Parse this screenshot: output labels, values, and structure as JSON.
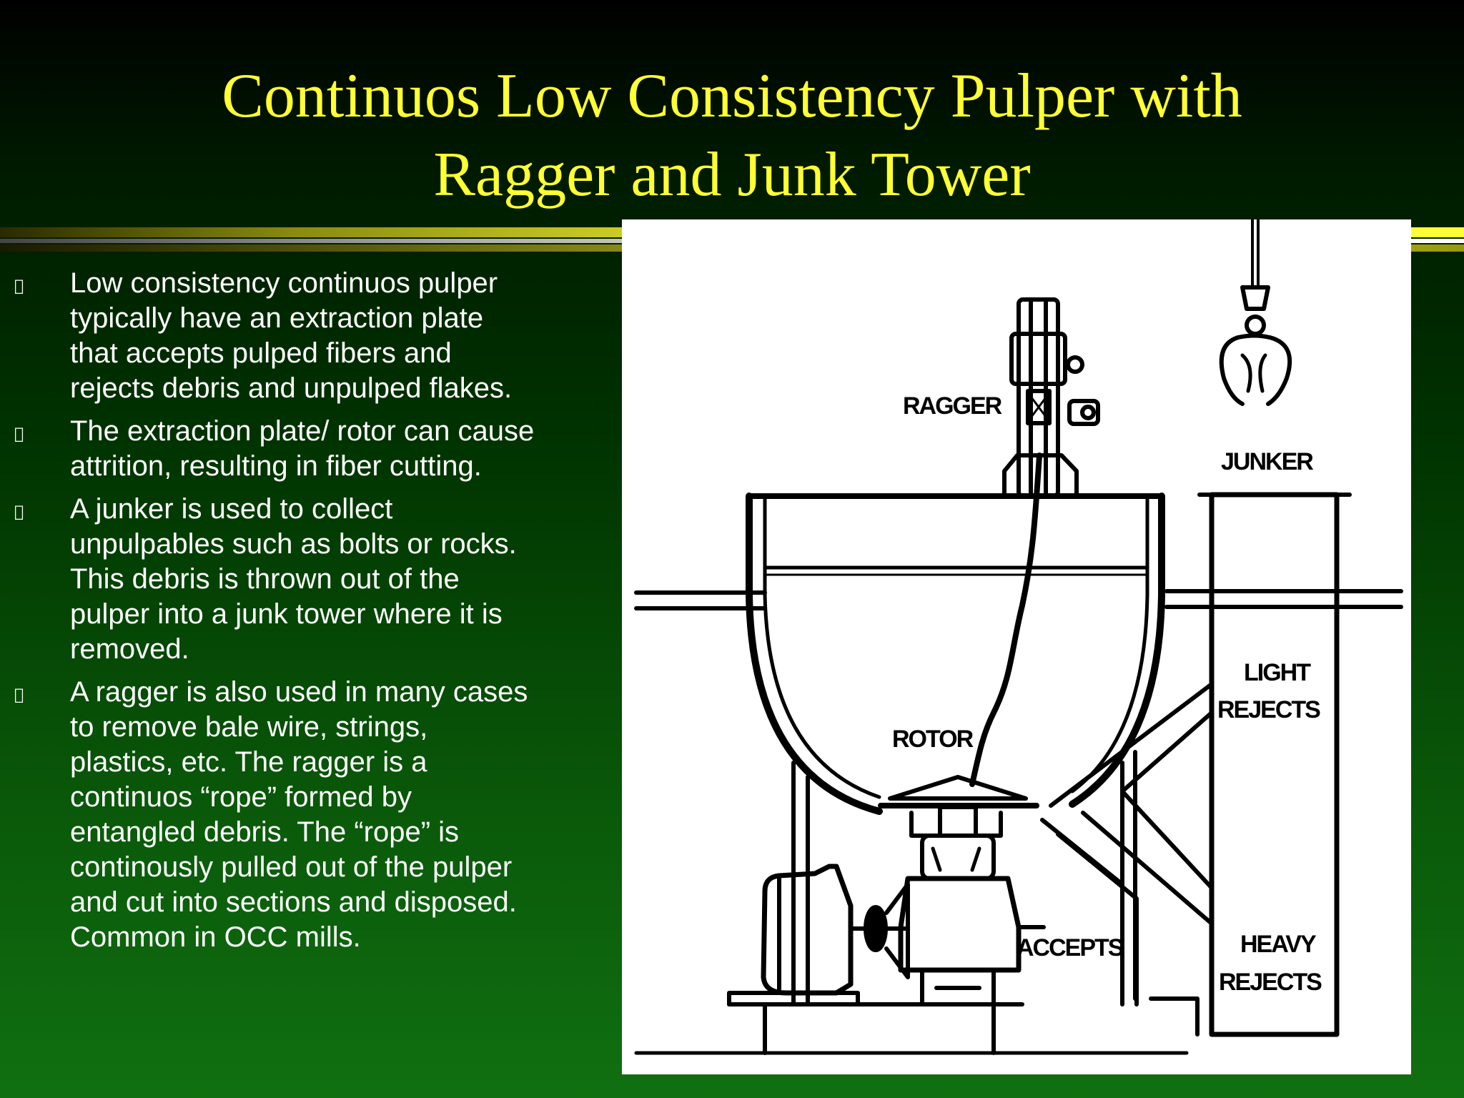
{
  "title_lines": [
    "Continuos Low Consistency Pulper with",
    "Ragger and Junk Tower"
  ],
  "bullet_glyph": "",
  "bullets": [
    "Low consistency continuos pulper\ntypically have an extraction plate\nthat accepts pulped fibers and\nrejects debris and unpulped flakes.",
    "The extraction plate/ rotor can cause\n attrition, resulting in fiber cutting.",
    "A junker is used to collect\nunpulpables such as bolts or rocks.\n This debris is thrown out of the\npulper into a junk tower where it is\nremoved.",
    "A ragger is also used in many cases\n to remove bale wire, strings,\nplastics, etc. The ragger is a\ncontinuos “rope” formed by\nentangled debris. The “rope” is\ncontinously pulled out of the pulper\nand cut into sections and disposed.\nCommon in OCC mills."
  ],
  "diagram": {
    "labels": {
      "ragger": "RAGGER",
      "junker": "JUNKER",
      "rotor": "ROTOR",
      "light_rejects_1": "LIGHT",
      "light_rejects_2": "REJECTS",
      "accepts": "ACCEPTS",
      "heavy_rejects_1": "HEAVY",
      "heavy_rejects_2": "REJECTS"
    }
  },
  "colors": {
    "title": "#ffff33",
    "text": "#ffffff",
    "background_top": "#000000",
    "background_bottom": "#107010",
    "diagram_bg": "#ffffff"
  }
}
